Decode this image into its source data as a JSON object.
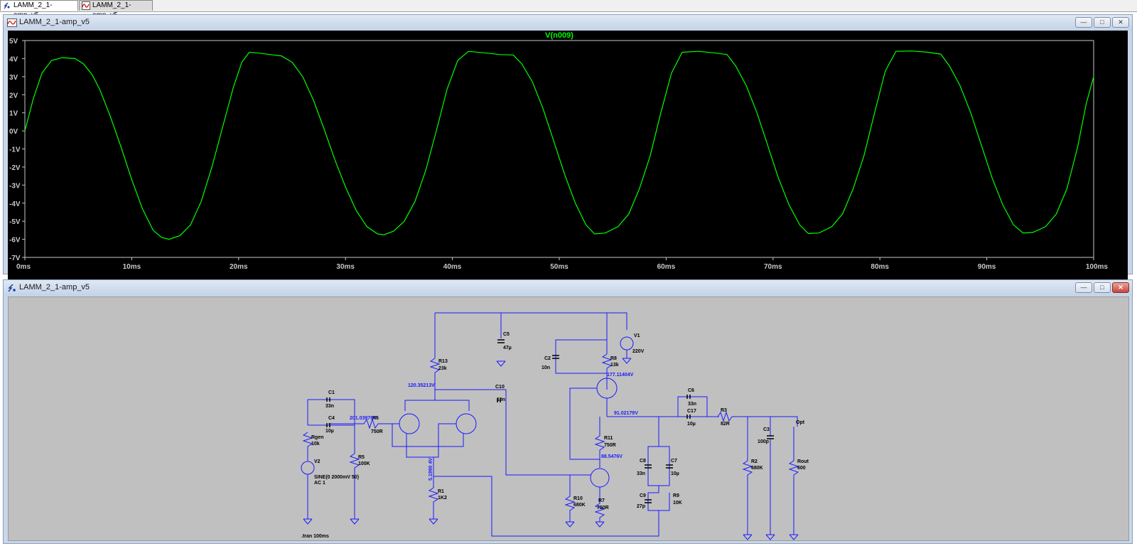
{
  "tabs": [
    {
      "label": "LAMM_2_1-amp_v5",
      "icon": "schematic-icon",
      "active": true
    },
    {
      "label": "LAMM_2_1-amp_v5",
      "icon": "waveform-icon",
      "active": false
    }
  ],
  "waveform_window": {
    "title": "LAMM_2_1-amp_v5",
    "icon": "waveform-icon",
    "trace_label": "V(n009)",
    "trace_color": "#00ff00"
  },
  "schematic_window": {
    "title": "LAMM_2_1-amp_v5",
    "icon": "schematic-icon"
  },
  "chart_data": {
    "type": "line",
    "title": "V(n009)",
    "xlabel": "",
    "ylabel": "",
    "xlim": [
      0,
      100
    ],
    "ylim": [
      -7,
      5
    ],
    "x_ticks": [
      "0ms",
      "10ms",
      "20ms",
      "30ms",
      "40ms",
      "50ms",
      "60ms",
      "70ms",
      "80ms",
      "90ms",
      "100ms"
    ],
    "y_ticks": [
      "5V",
      "4V",
      "3V",
      "2V",
      "1V",
      "0V",
      "-1V",
      "-2V",
      "-3V",
      "-4V",
      "-5V",
      "-6V",
      "-7V"
    ],
    "grid": false,
    "series": [
      {
        "name": "V(n009)",
        "x": [
          0,
          0.8,
          1.6,
          2.5,
          3.5,
          4.7,
          5.5,
          6.3,
          7.0,
          8.0,
          9.0,
          10.0,
          11.0,
          12.0,
          12.8,
          13.5,
          14.5,
          15.5,
          16.5,
          17.5,
          18.5,
          19.5,
          20.3,
          21.0,
          22.0,
          23.0,
          24.0,
          25.0,
          26.0,
          27.0,
          28.0,
          29.0,
          30.0,
          31.0,
          32.0,
          33.0,
          33.6,
          34.5,
          35.5,
          36.5,
          37.5,
          38.5,
          39.5,
          40.5,
          41.5,
          43.0,
          44.5,
          45.7,
          46.5,
          47.5,
          48.5,
          49.5,
          50.5,
          51.5,
          52.5,
          53.3,
          54.3,
          55.5,
          56.5,
          57.5,
          58.5,
          59.5,
          60.5,
          61.5,
          63.0,
          64.5,
          65.7,
          66.5,
          67.5,
          68.5,
          69.5,
          70.5,
          71.5,
          72.5,
          73.3,
          74.3,
          75.5,
          76.5,
          77.5,
          78.5,
          79.5,
          80.5,
          81.5,
          83.0,
          84.5,
          85.7,
          86.5,
          87.5,
          88.5,
          89.5,
          90.5,
          91.5,
          92.5,
          93.4,
          94.3,
          95.5,
          96.5,
          97.5,
          98.5,
          99.3,
          100.0
        ],
        "y": [
          0.0,
          1.8,
          3.2,
          3.9,
          4.05,
          4.0,
          3.7,
          3.1,
          2.3,
          0.8,
          -0.9,
          -2.7,
          -4.3,
          -5.5,
          -5.9,
          -6.0,
          -5.8,
          -5.2,
          -3.9,
          -2.0,
          0.2,
          2.4,
          3.8,
          4.35,
          4.3,
          4.22,
          4.15,
          3.8,
          3.0,
          1.7,
          0.1,
          -1.6,
          -3.1,
          -4.4,
          -5.3,
          -5.7,
          -5.75,
          -5.55,
          -5.0,
          -3.9,
          -2.2,
          0.0,
          2.3,
          3.9,
          4.4,
          4.32,
          4.22,
          4.2,
          3.7,
          2.7,
          1.2,
          -0.6,
          -2.4,
          -4.0,
          -5.2,
          -5.7,
          -5.65,
          -5.3,
          -4.6,
          -3.2,
          -1.4,
          1.0,
          3.2,
          4.35,
          4.4,
          4.32,
          4.22,
          3.6,
          2.5,
          1.0,
          -0.8,
          -2.6,
          -4.1,
          -5.2,
          -5.68,
          -5.65,
          -5.3,
          -4.6,
          -3.2,
          -1.4,
          1.0,
          3.3,
          4.4,
          4.42,
          4.35,
          4.25,
          3.6,
          2.5,
          1.0,
          -0.8,
          -2.6,
          -4.1,
          -5.2,
          -5.65,
          -5.62,
          -5.3,
          -4.6,
          -3.2,
          -0.9,
          1.5,
          3.0
        ]
      }
    ]
  },
  "schematic": {
    "components": [
      {
        "ref": "C1",
        "value": "33n"
      },
      {
        "ref": "C4",
        "value": "10µ"
      },
      {
        "ref": "Rgen",
        "value": "10k"
      },
      {
        "ref": "V2",
        "value": "SINE(0 2000mV 50)",
        "extra": "AC 1"
      },
      {
        "ref": "R5",
        "value": "100K"
      },
      {
        "ref": "R6",
        "value": "750R"
      },
      {
        "ref": "R13",
        "value": "23k"
      },
      {
        "ref": "C5",
        "value": "47µ"
      },
      {
        "ref": "C10",
        "value": "10n"
      },
      {
        "ref": "R1",
        "value": "1K2"
      },
      {
        "ref": "C2",
        "value": "10n"
      },
      {
        "ref": "R8",
        "value": "13k"
      },
      {
        "ref": "V1",
        "value": "220V"
      },
      {
        "ref": "R11",
        "value": "750R"
      },
      {
        "ref": "R10",
        "value": "680K"
      },
      {
        "ref": "R7",
        "value": "750R"
      },
      {
        "ref": "C8",
        "value": "33n"
      },
      {
        "ref": "C7",
        "value": "10µ"
      },
      {
        "ref": "C9",
        "value": "27p"
      },
      {
        "ref": "R9",
        "value": "10K"
      },
      {
        "ref": "C6",
        "value": "33n"
      },
      {
        "ref": "C17",
        "value": "10µ"
      },
      {
        "ref": "R3",
        "value": "82R"
      },
      {
        "ref": "C3",
        "value": "100p"
      },
      {
        "ref": "R2",
        "value": "680K"
      },
      {
        "ref": "Rout",
        "value": "600"
      }
    ],
    "node_voltages": [
      "120.35213V",
      "201.03976V",
      "5.1990 4V",
      "177.11404V",
      "91.02179V",
      "88.5476V"
    ],
    "net_label": "Opt",
    "directive": ".tran 100ms"
  }
}
